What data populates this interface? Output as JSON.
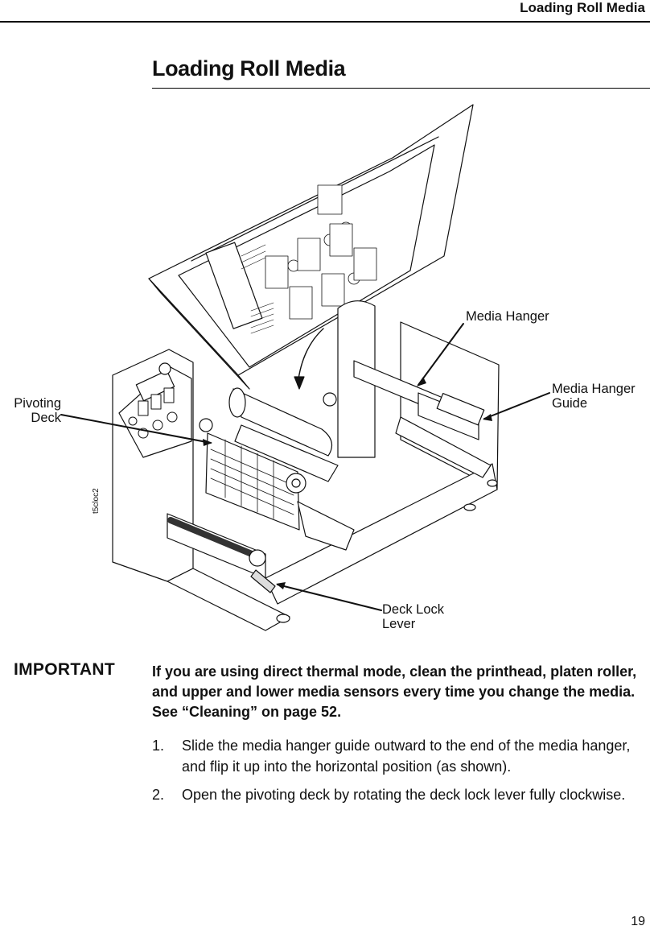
{
  "header": {
    "running_title": "Loading Roll Media"
  },
  "section": {
    "title": "Loading Roll Media"
  },
  "figure": {
    "callouts": {
      "media_hanger": "Media Hanger",
      "media_hanger_guide_line1": "Media Hanger",
      "media_hanger_guide_line2": "Guide",
      "pivoting_deck_line1": "Pivoting",
      "pivoting_deck_line2": "Deck",
      "deck_lock_lever_line1": "Deck Lock",
      "deck_lock_lever_line2": "Lever"
    },
    "figure_code": "t5cloc2"
  },
  "notice": {
    "label": "IMPORTANT",
    "text": "If you are using direct thermal mode, clean the printhead, platen roller, and upper and lower media sensors every time you change the media. See “Cleaning” on page 52."
  },
  "steps": [
    {
      "number": "1.",
      "text": "Slide the media hanger guide outward to the end of the media hanger, and flip it up into the horizontal position (as shown)."
    },
    {
      "number": "2.",
      "text": "Open the pivoting deck by rotating the deck lock lever fully clockwise."
    }
  ],
  "footer": {
    "page_number": "19"
  }
}
